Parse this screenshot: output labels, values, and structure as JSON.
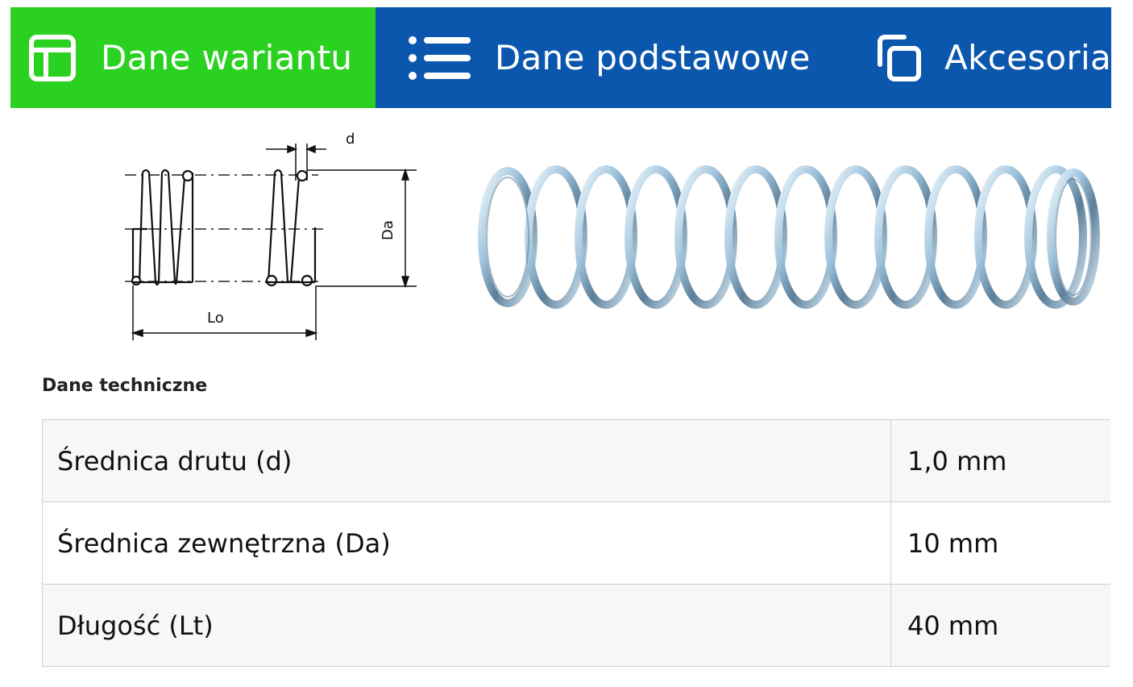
{
  "tabs": [
    {
      "label": "Dane wariantu",
      "icon": "layout-icon",
      "active": true
    },
    {
      "label": "Dane podstawowe",
      "icon": "list-icon",
      "active": false
    },
    {
      "label": "Akcesoria",
      "icon": "copy-icon",
      "active": false
    }
  ],
  "colors": {
    "active_tab": "#2bd120",
    "tab_bar": "#0c57ae"
  },
  "diagram": {
    "d_label": "d",
    "da_label": "Da",
    "lo_label": "Lo"
  },
  "section_title": "Dane techniczne",
  "specs": [
    {
      "name": "Średnica drutu (d)",
      "value": "1,0 mm"
    },
    {
      "name": "Średnica zewnętrzna (Da)",
      "value": "10 mm"
    },
    {
      "name": "Długość (Lt)",
      "value": "40 mm"
    }
  ]
}
